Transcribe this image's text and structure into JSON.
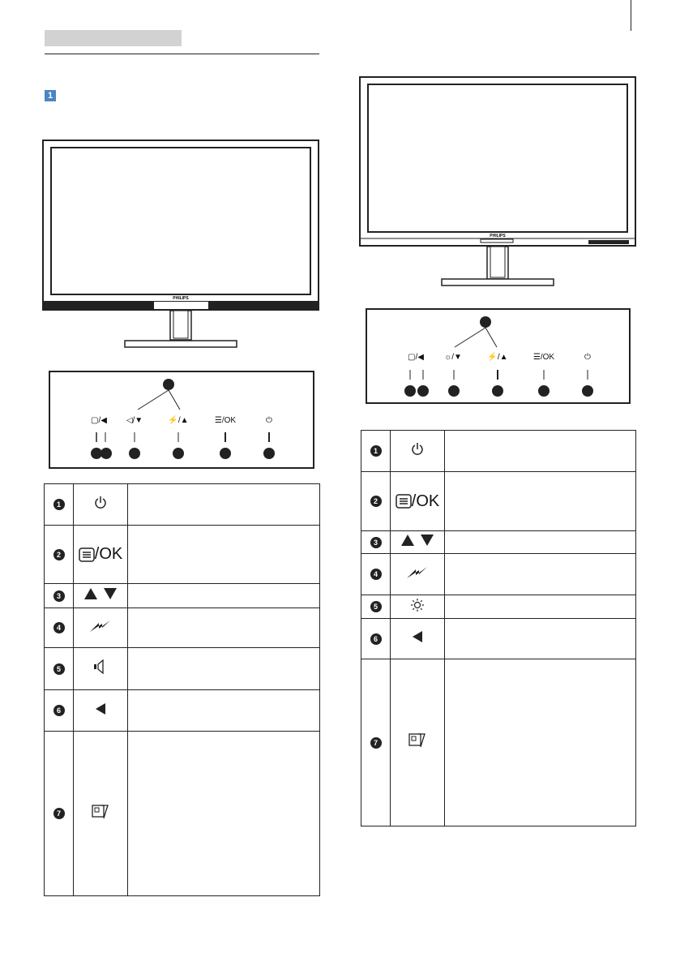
{
  "section_number": "1",
  "left": {
    "monitor_brand": "PHILIPS",
    "button_labels": {
      "input": "▢/◀",
      "volume": "◁/▼",
      "smart": "⚡/▲",
      "menu": "☰/OK",
      "power": "⏻"
    },
    "table_rows": [
      {
        "num": "1",
        "icon": "power"
      },
      {
        "num": "2",
        "icon": "menu-ok",
        "ok_label": "/OK"
      },
      {
        "num": "3",
        "icon": "up-down"
      },
      {
        "num": "4",
        "icon": "smartimage"
      },
      {
        "num": "5",
        "icon": "speaker"
      },
      {
        "num": "6",
        "icon": "back"
      },
      {
        "num": "7",
        "icon": "input-source"
      }
    ]
  },
  "right": {
    "monitor_brand": "PHILIPS",
    "button_labels": {
      "input": "▢/◀",
      "brightness": "☼/▼",
      "smart": "⚡/▲",
      "menu": "☰/OK",
      "power": "⏻"
    },
    "table_rows": [
      {
        "num": "1",
        "icon": "power"
      },
      {
        "num": "2",
        "icon": "menu-ok",
        "ok_label": "/OK"
      },
      {
        "num": "3",
        "icon": "up-down"
      },
      {
        "num": "4",
        "icon": "smartimage"
      },
      {
        "num": "5",
        "icon": "brightness"
      },
      {
        "num": "6",
        "icon": "back"
      },
      {
        "num": "7",
        "icon": "input-source"
      }
    ]
  }
}
